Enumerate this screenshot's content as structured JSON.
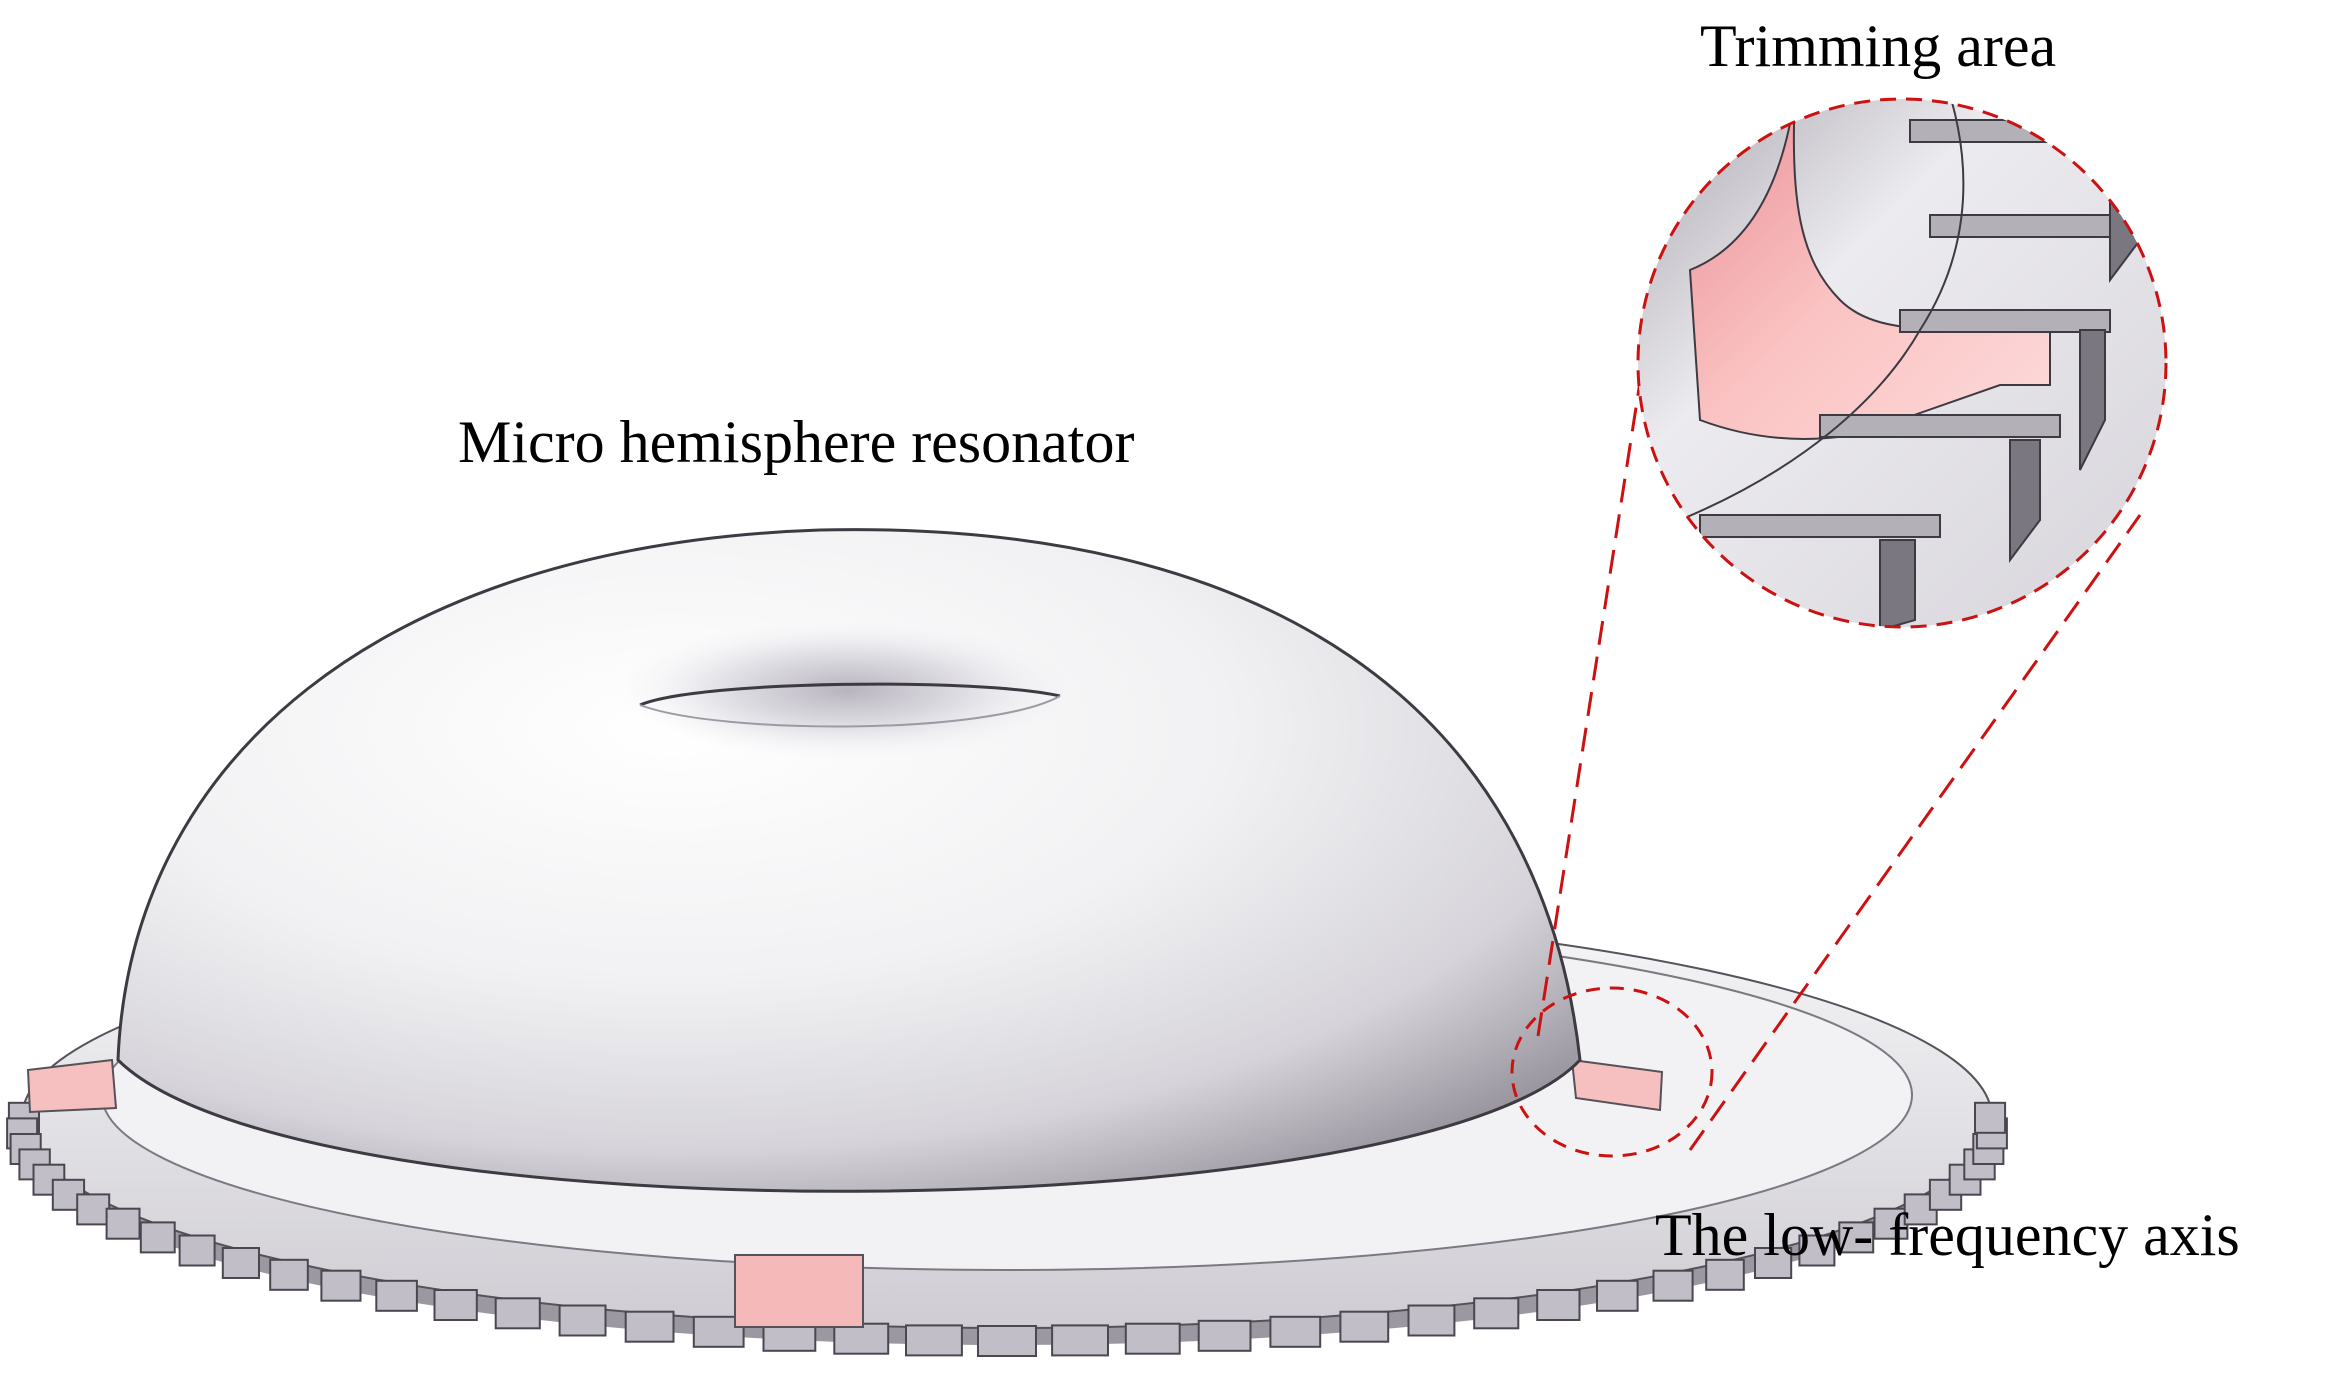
{
  "labels": {
    "trimming_area": "Trimming area",
    "resonator": "Micro hemisphere resonator",
    "low_frequency_axis": "The low- frequency axis"
  },
  "colors": {
    "shell_light": "#f5f5f7",
    "shell_shadow": "#8a8590",
    "trim_highlight": "#f7b9b9",
    "callout_dash": "#cc1111",
    "tooth_face": "#b8b4bc",
    "tooth_top": "#e9e7ec"
  },
  "icons": {
    "resonator": "hemisphere-shell-illustration",
    "magnifier": "zoom-callout-circle"
  }
}
